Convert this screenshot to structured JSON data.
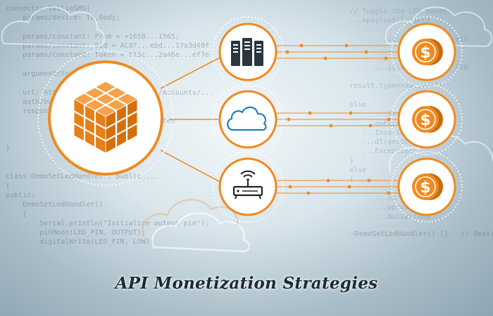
{
  "title": "API Monetization Strategies",
  "colors": {
    "accent": "#ef8a1f",
    "icon_dark": "#2a3640",
    "node_fill": "#ffffff",
    "title_text": "#1c2b33"
  },
  "icons": {
    "hub": "cube-grid-icon",
    "sources": [
      "server-rack-icon",
      "cloud-icon",
      "wifi-router-icon"
    ],
    "revenue": [
      "dollar-coin-icon",
      "dollar-coin-icon",
      "dollar-coin-icon"
    ]
  },
  "code_left": "connector TwilioSMS(\n    params/device: To,Body;\n\n    params/constant: From = +1650...1565;\n    params/constant: Sid = AC87...ebd...17a3d49f\n    params/constant: Token = 613c...2a46e...ef7e\n\n    argument/format\n\n    url: https://api.twilio.com/...1/Accounts/...\n    auth/basic: ...\n    response: ...\n                          ...ate updates\n                          ...in field\n                          ...Fn:\n}\n\n\nclass DemoSetLedHandler : public ...\n{\npublic:\n    DemoSetLedHandler()\n    {\n        Serial.println(\"Initialize output pin\");\n        pinMode(LED_PIN, OUTPUT);\n        digitalWrite(LED_PIN, LOW);",
  "code_right": "    // Toggle the LED based\n    ...=payload(l->getV...\n\n          ...igitalWrite(LED_PIN\n\n\n          ...igitalWrite(LED_PIN\n\n    result.type=>success()\n\n    else\n          ...Serial(l)\n       ...ewException\n       ...Invalid field\n       ...dl(getGolgH\n       ...Exception;\n    }\n    else\n    {\n\n          ...ex = ne...\n          ...ppropriate\n          ...NullWithHa...",
  "code_bottom": "~DemoSetLedHandler() {}   // Destruct"
}
